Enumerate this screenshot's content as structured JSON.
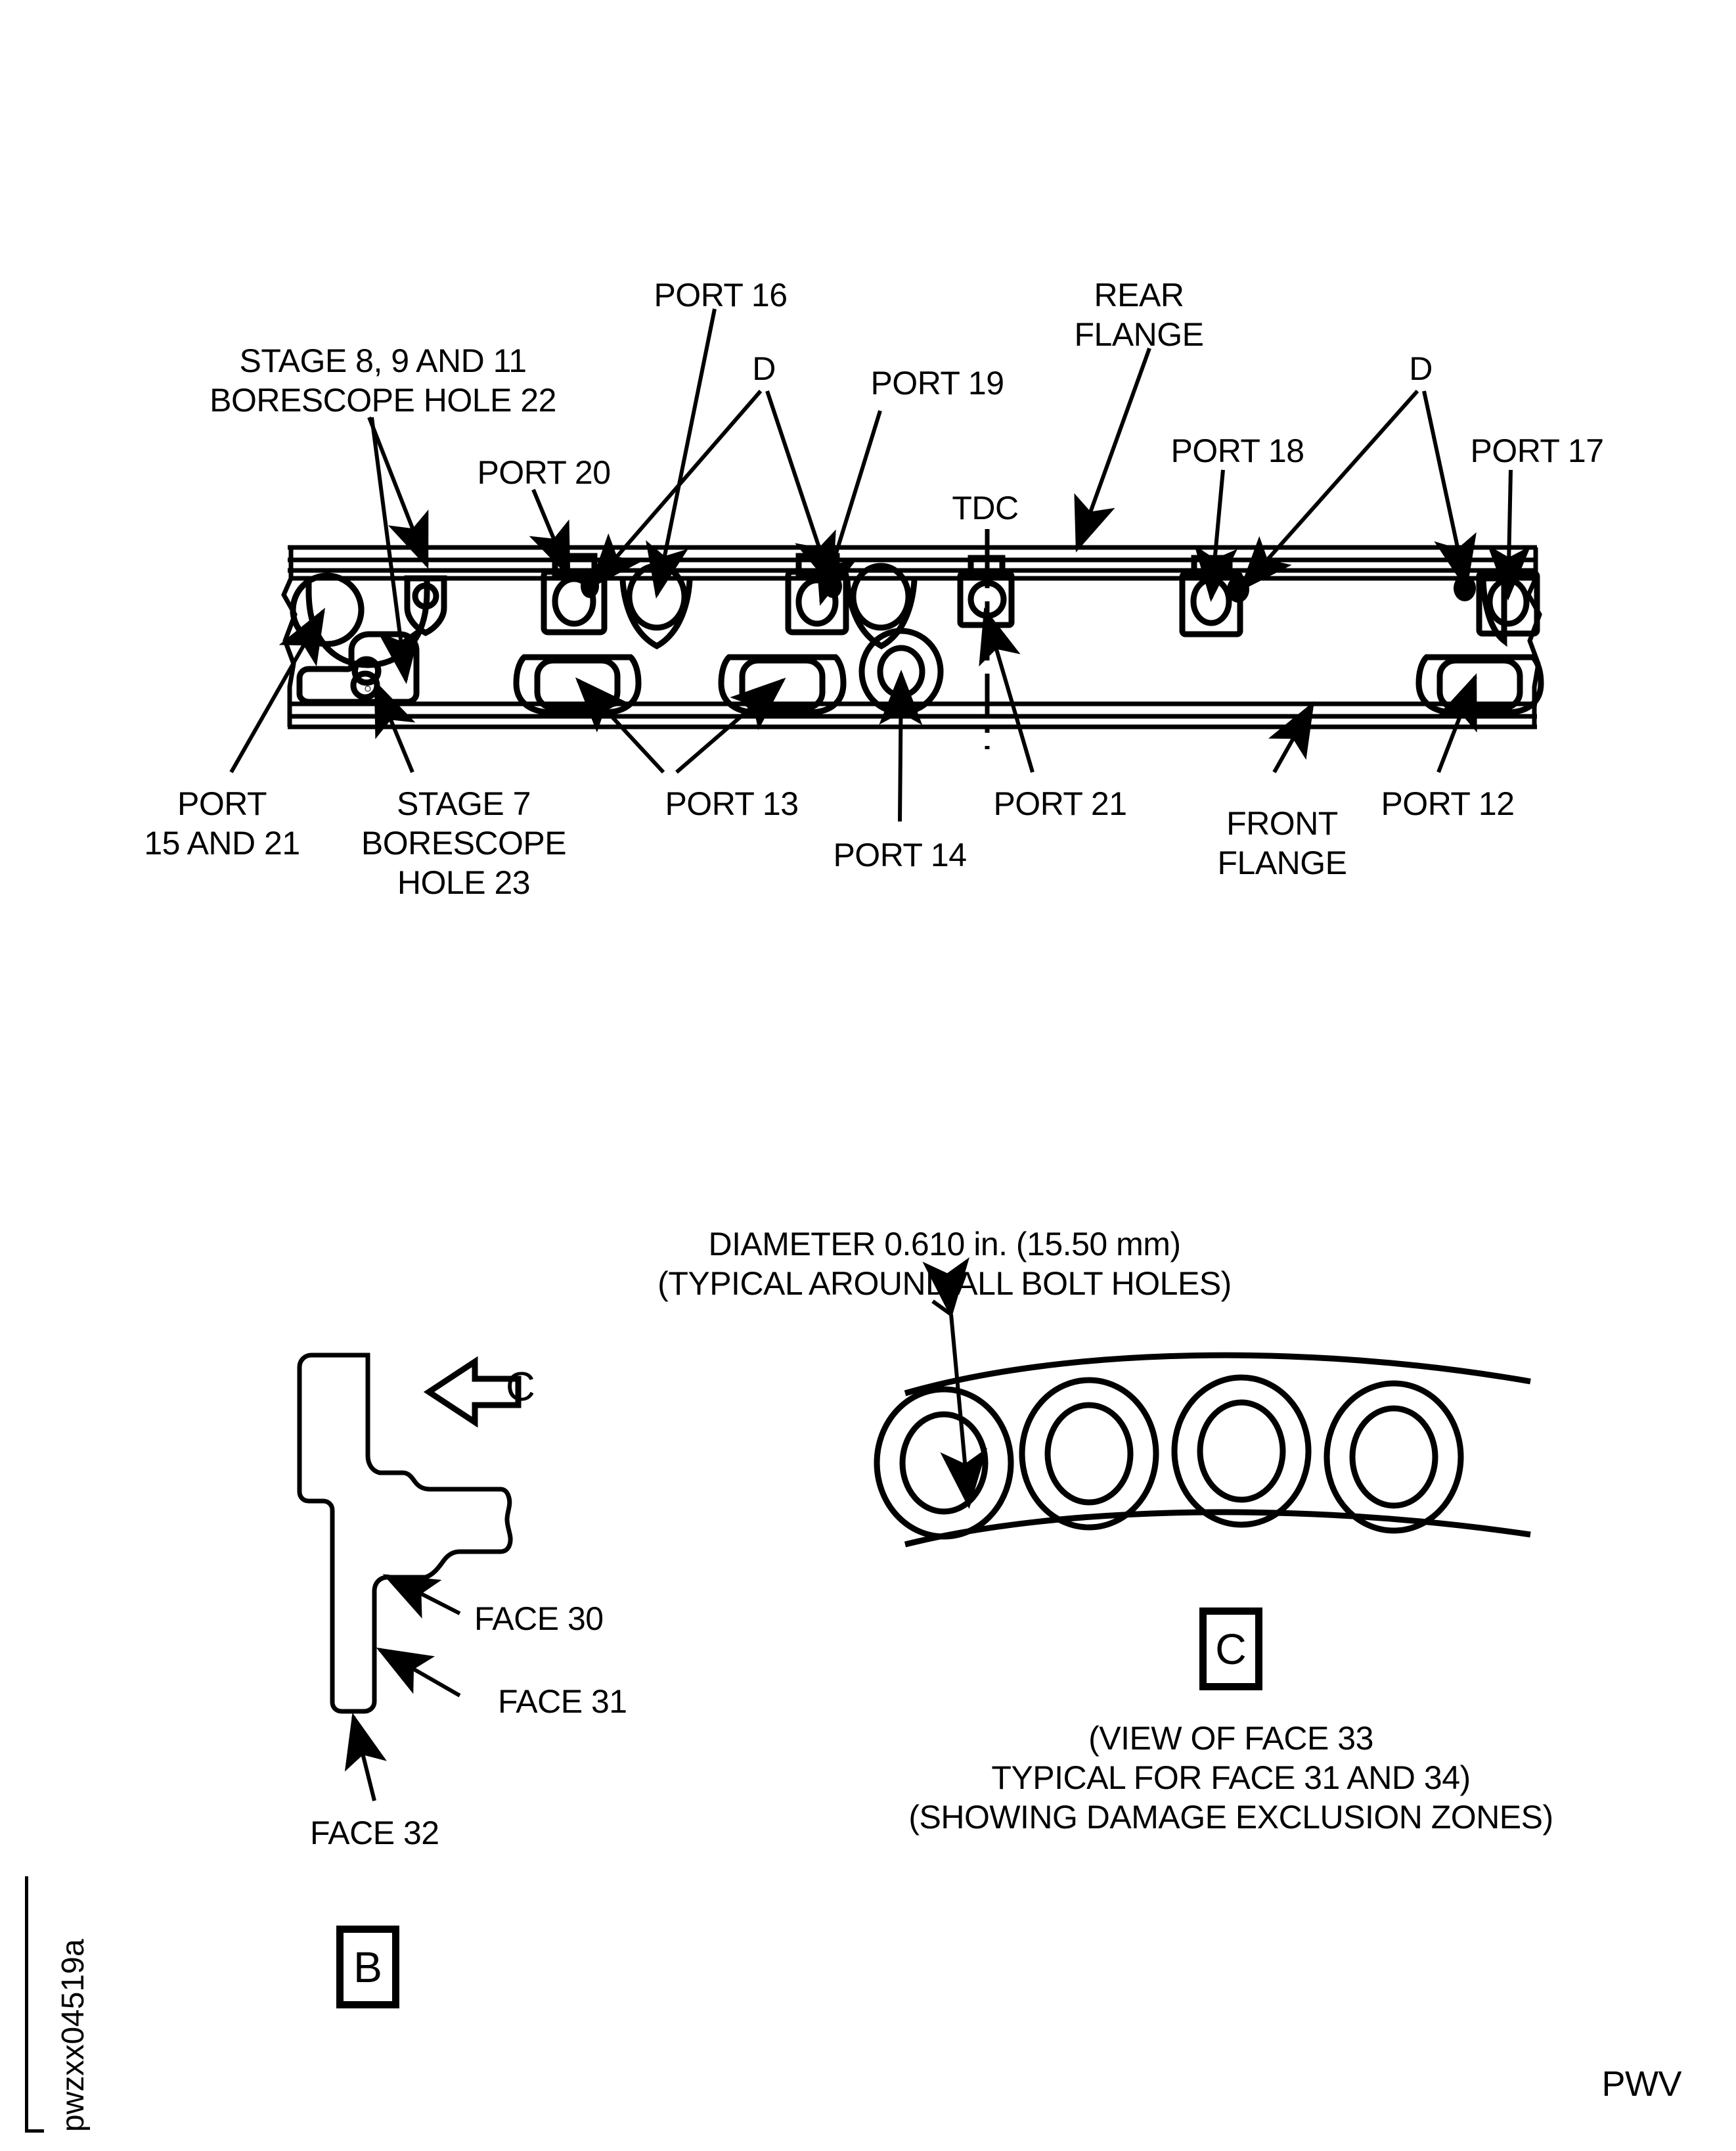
{
  "sheet": {
    "watermark": "pwzxx04519a",
    "corner_code": "PWV"
  },
  "main_view": {
    "labels": {
      "port16": "PORT 16",
      "d_left": "D",
      "port19": "PORT 19",
      "rear_flange_l1": "REAR",
      "rear_flange_l2": "FLANGE",
      "d_right": "D",
      "stage_bore_l1": "STAGE 8, 9 AND 11",
      "stage_bore_l2": "BORESCOPE HOLE 22",
      "port20": "PORT 20",
      "tdc": "TDC",
      "port18": "PORT 18",
      "port17": "PORT 17",
      "port15_21_l1": "PORT",
      "port15_21_l2": "15 AND 21",
      "stage7_l1": "STAGE 7",
      "stage7_l2": "BORESCOPE",
      "stage7_l3": "HOLE 23",
      "port13": "PORT 13",
      "port14": "PORT 14",
      "port21": "PORT 21",
      "front_flange_l1": "FRONT",
      "front_flange_l2": "FLANGE",
      "port12": "PORT 12"
    }
  },
  "view_b": {
    "box_letter": "B",
    "arrow_letter": "C",
    "face30": "FACE 30",
    "face31": "FACE 31",
    "face32": "FACE 32"
  },
  "view_c": {
    "box_letter": "C",
    "dimension_l1": "DIAMETER 0.610 in. (15.50 mm)",
    "dimension_l2": "(TYPICAL AROUND ALL BOLT HOLES)",
    "caption_l1": "(VIEW OF FACE 33",
    "caption_l2": "TYPICAL FOR FACE 31 AND 34)",
    "caption_l3": "(SHOWING DAMAGE EXCLUSION ZONES)"
  },
  "colors": {
    "line": "#000000",
    "background": "#ffffff"
  }
}
